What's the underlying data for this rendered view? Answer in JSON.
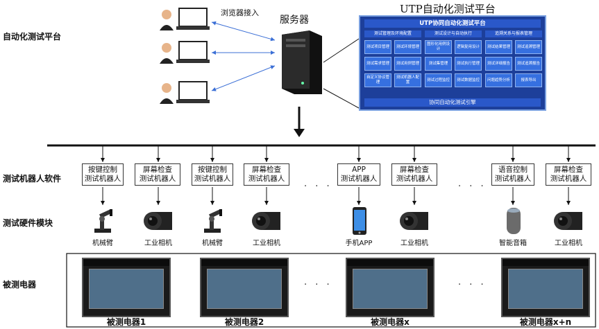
{
  "row_labels": {
    "platform": "自动化测试平台",
    "robot_software": "测试机器人软件",
    "hardware": "测试硬件模块",
    "dut": "被测电器"
  },
  "server": {
    "label": "服务器",
    "access_label": "浏览器接入"
  },
  "platform_panel": {
    "title": "UTP自动化测试平台",
    "header": "UTP协同自动化测试平台",
    "groups": [
      "测试管理及环境配置",
      "测试设计与自动执行",
      "追溯关系与报表管理"
    ],
    "cells": [
      "测试项目管理",
      "测试环境管理",
      "图形化用例设计",
      "逻辑复用设计",
      "测试结果管理",
      "测试追溯管理",
      "测试需求管理",
      "测试用例管理",
      "测试集管理",
      "测试执行管理",
      "测试详细报告",
      "测试追溯报告",
      "自定义协议管理",
      "测试机器人配置",
      "测试过程监控",
      "测试数据监控",
      "问题趋势分析",
      "报表导出"
    ],
    "footer": "协同自动化测试引擎"
  },
  "robots": [
    {
      "line1": "按键控制",
      "line2": "测试机器人"
    },
    {
      "line1": "屏幕检查",
      "line2": "测试机器人"
    },
    {
      "line1": "按键控制",
      "line2": "测试机器人"
    },
    {
      "line1": "屏幕检查",
      "line2": "测试机器人"
    },
    {
      "line1": "APP",
      "line2": "测试机器人"
    },
    {
      "line1": "屏幕检查",
      "line2": "测试机器人"
    },
    {
      "line1": "语音控制",
      "line2": "测试机器人"
    },
    {
      "line1": "屏幕检查",
      "line2": "测试机器人"
    }
  ],
  "hardware": [
    "机械臂",
    "工业相机",
    "机械臂",
    "工业相机",
    "手机APP",
    "工业相机",
    "智能音箱",
    "工业相机"
  ],
  "devices": [
    "被测电器1",
    "被测电器2",
    "被测电器x",
    "被测电器x+n"
  ],
  "ellipsis": "· · ·"
}
